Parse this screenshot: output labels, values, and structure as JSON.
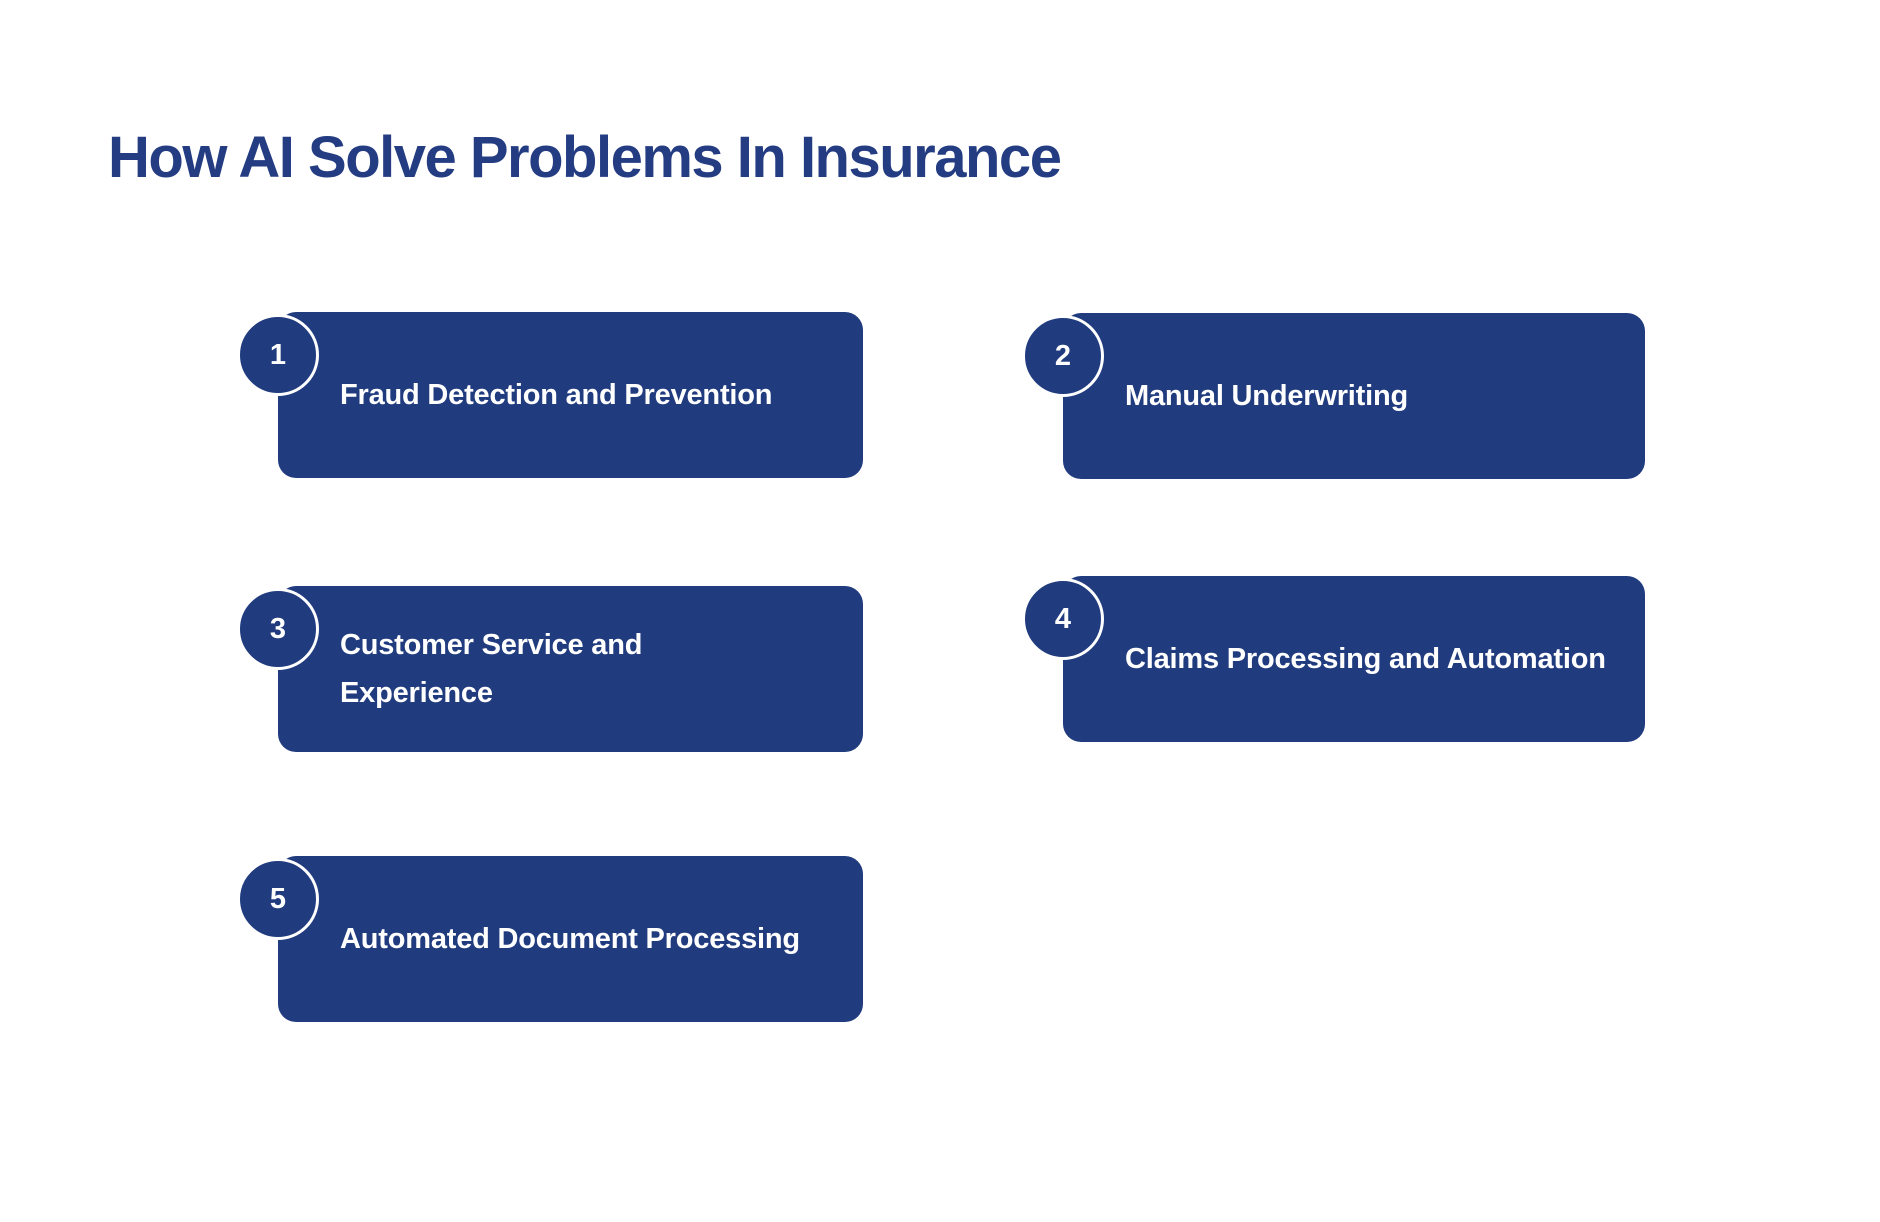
{
  "title": "How AI Solve Problems In Insurance",
  "colors": {
    "background": "#FFFFFF",
    "title_text": "#243C82",
    "card_bg": "#203B7E",
    "card_text": "#FFFFFF",
    "badge_border": "#FFFFFF"
  },
  "cards": [
    {
      "number": "1",
      "label": "Fraud Detection and Prevention"
    },
    {
      "number": "2",
      "label": "Manual Underwriting"
    },
    {
      "number": "3",
      "label": "Customer Service and\nExperience"
    },
    {
      "number": "4",
      "label": "Claims Processing and Automation"
    },
    {
      "number": "5",
      "label": "Automated Document Processing"
    }
  ]
}
